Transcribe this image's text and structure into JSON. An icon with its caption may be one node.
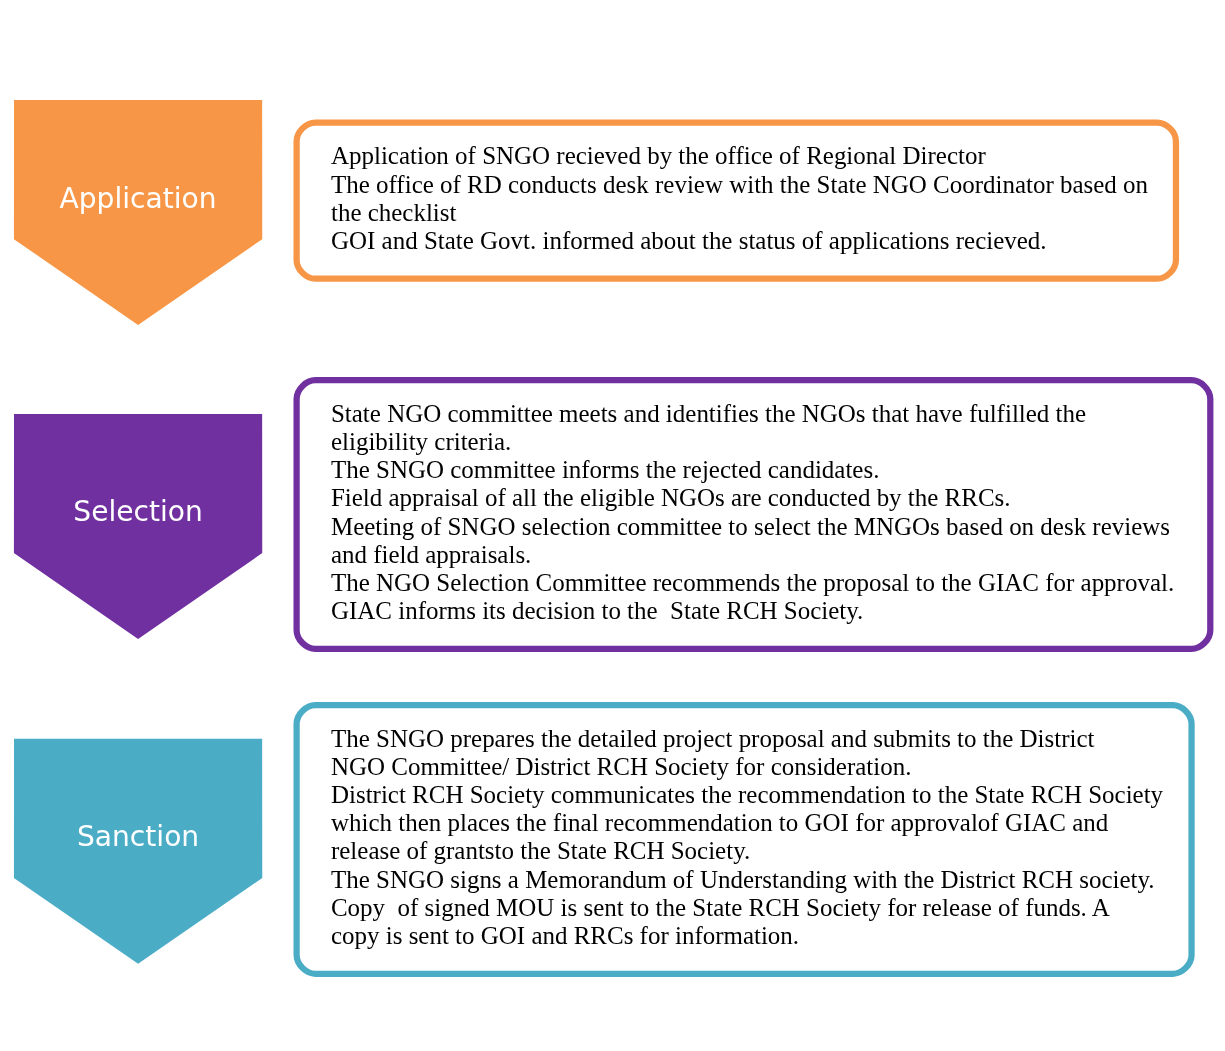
{
  "diagram": {
    "nodes": [
      {
        "text": [
          "Application"
        ]
      },
      {
        "text": [
          "Application of SNGO recieved by the office of Regional Director",
          "The office of RD conducts desk review with the State NGO Coordinator based on the checklist",
          "GOI and State Govt. informed about the status of applications recieved."
        ]
      },
      {
        "text": [
          "Selection"
        ]
      },
      {
        "text": [
          "State NGO committee meets and identifies the NGOs that have fulfilled the eligibility criteria.",
          "The SNGO committee informs the rejected candidates.",
          "Field appraisal of all the eligible NGOs are conducted by the RRCs.",
          "Meeting of SNGO selection committee to select the MNGOs based on desk reviews and field appraisals.",
          "The NGO Selection Committee recommends the proposal to the GIAC for approval.  GIAC informs its decision to the  State RCH Society."
        ]
      },
      {
        "text": [
          "Sanction"
        ]
      },
      {
        "text": [
          "The SNGO prepares the detailed project proposal and submits to the District NGO Committee/ District RCH Society for consideration.",
          "District RCH Society communicates the recommendation to the State RCH Society which then places the final recommendation to GOI for approvalof GIAC and release of grantsto the State RCH Society.",
          "The SNGO signs a Memorandum of Understanding with the District RCH society.",
          "Copy  of signed MOU is sent to the State RCH Society for release of funds. A copy is sent to GOI and RRCs for information."
        ]
      }
    ],
    "edges": []
  }
}
